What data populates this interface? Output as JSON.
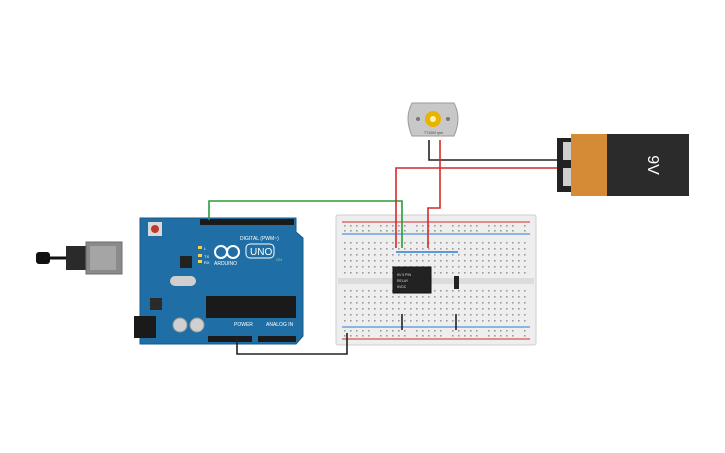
{
  "arduino": {
    "brand": "ARDUINO",
    "model": "UNO",
    "digital_label": "DIGITAL (PWM~)",
    "power_label": "POWER",
    "analog_label": "ANALOG IN",
    "on_label": "ON",
    "tx_label": "TX",
    "rx_label": "RX",
    "l_label": "L"
  },
  "motor": {
    "label": "TT1000 rpm"
  },
  "battery": {
    "label": "9V",
    "color_body": "#d58a36",
    "color_cap": "#2b2b2b"
  },
  "relay": {
    "line1": "5V 5 PIN",
    "line2": "RELAY",
    "line3": "5VDC"
  },
  "colors": {
    "board": "#1f6fa6",
    "wire_green": "#2a9d3a",
    "wire_red": "#d42a2a",
    "wire_black": "#222222",
    "wire_blue": "#2a7fd4",
    "breadboard": "#eeeeee"
  }
}
